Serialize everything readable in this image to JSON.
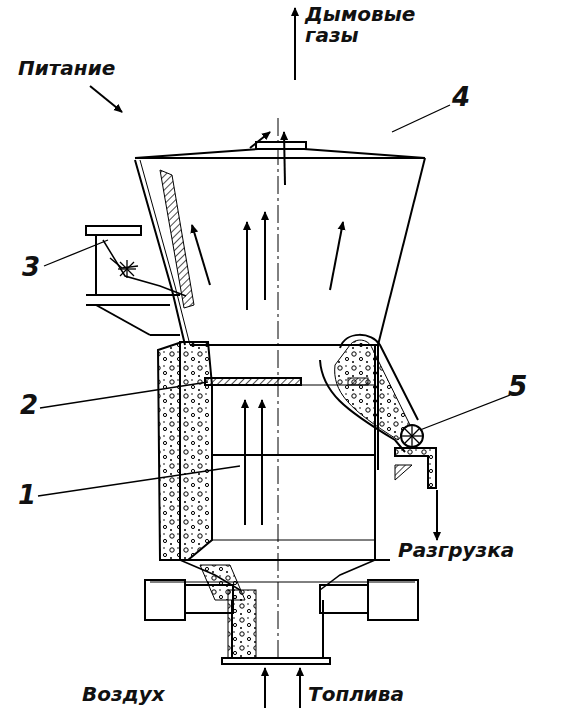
{
  "diagram": {
    "labels": [
      "Дымовые газы",
      "Питание",
      "3",
      "4",
      "2",
      "5",
      "1",
      "Разгрузка",
      "Воздух",
      "Топлива"
    ]
  }
}
